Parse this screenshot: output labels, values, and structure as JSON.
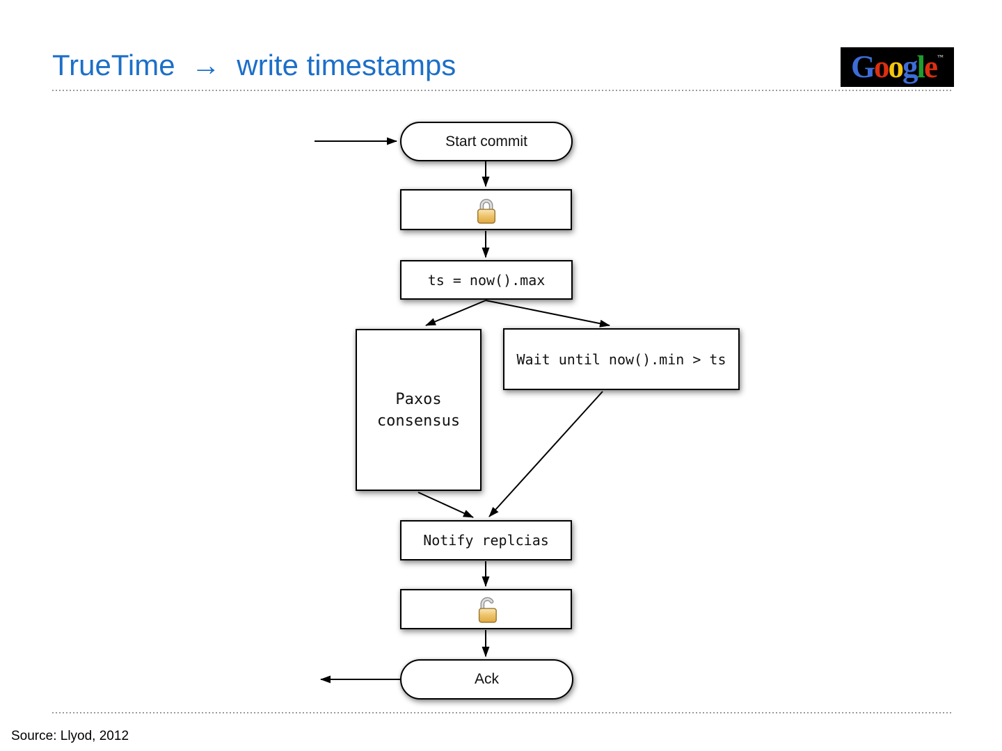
{
  "slide": {
    "title": "TrueTime  →  write timestamps",
    "title_color": "#1c6fc8",
    "source": "Source: Llyod, 2012",
    "background": "#ffffff"
  },
  "logo": {
    "background": "#000000",
    "tm": "™",
    "letters": [
      {
        "ch": "G",
        "color": "#3e6cd8"
      },
      {
        "ch": "o",
        "color": "#dd2e12"
      },
      {
        "ch": "o",
        "color": "#f6c50e"
      },
      {
        "ch": "g",
        "color": "#3e6cd8"
      },
      {
        "ch": "l",
        "color": "#1f9c2f"
      },
      {
        "ch": "e",
        "color": "#dd2e12"
      }
    ]
  },
  "flowchart": {
    "nodes": {
      "start": {
        "label": "Start commit",
        "shape": "stadium"
      },
      "lock": {
        "icon": "lock-closed-icon",
        "shape": "rect"
      },
      "assign": {
        "label": "ts = now().max",
        "shape": "rect"
      },
      "paxos": {
        "label": "Paxos consensus",
        "shape": "rect"
      },
      "wait": {
        "label": "Wait until now().min > ts",
        "shape": "rect"
      },
      "notify": {
        "label": "Notify replcias",
        "shape": "rect"
      },
      "unlock": {
        "icon": "lock-open-icon",
        "shape": "rect"
      },
      "ack": {
        "label": "Ack",
        "shape": "stadium"
      }
    },
    "edges": [
      {
        "from": "external-left",
        "to": "start"
      },
      {
        "from": "start",
        "to": "lock"
      },
      {
        "from": "lock",
        "to": "assign"
      },
      {
        "from": "assign",
        "to": "paxos"
      },
      {
        "from": "assign",
        "to": "wait"
      },
      {
        "from": "paxos",
        "to": "notify"
      },
      {
        "from": "wait",
        "to": "notify"
      },
      {
        "from": "notify",
        "to": "unlock"
      },
      {
        "from": "unlock",
        "to": "ack"
      },
      {
        "from": "ack",
        "to": "external-left"
      }
    ],
    "lock_colors": {
      "body_top": "#f9e6b8",
      "body_bottom": "#dfa843",
      "body_border": "#9a742c",
      "shackle": "#8f8f8f"
    }
  }
}
